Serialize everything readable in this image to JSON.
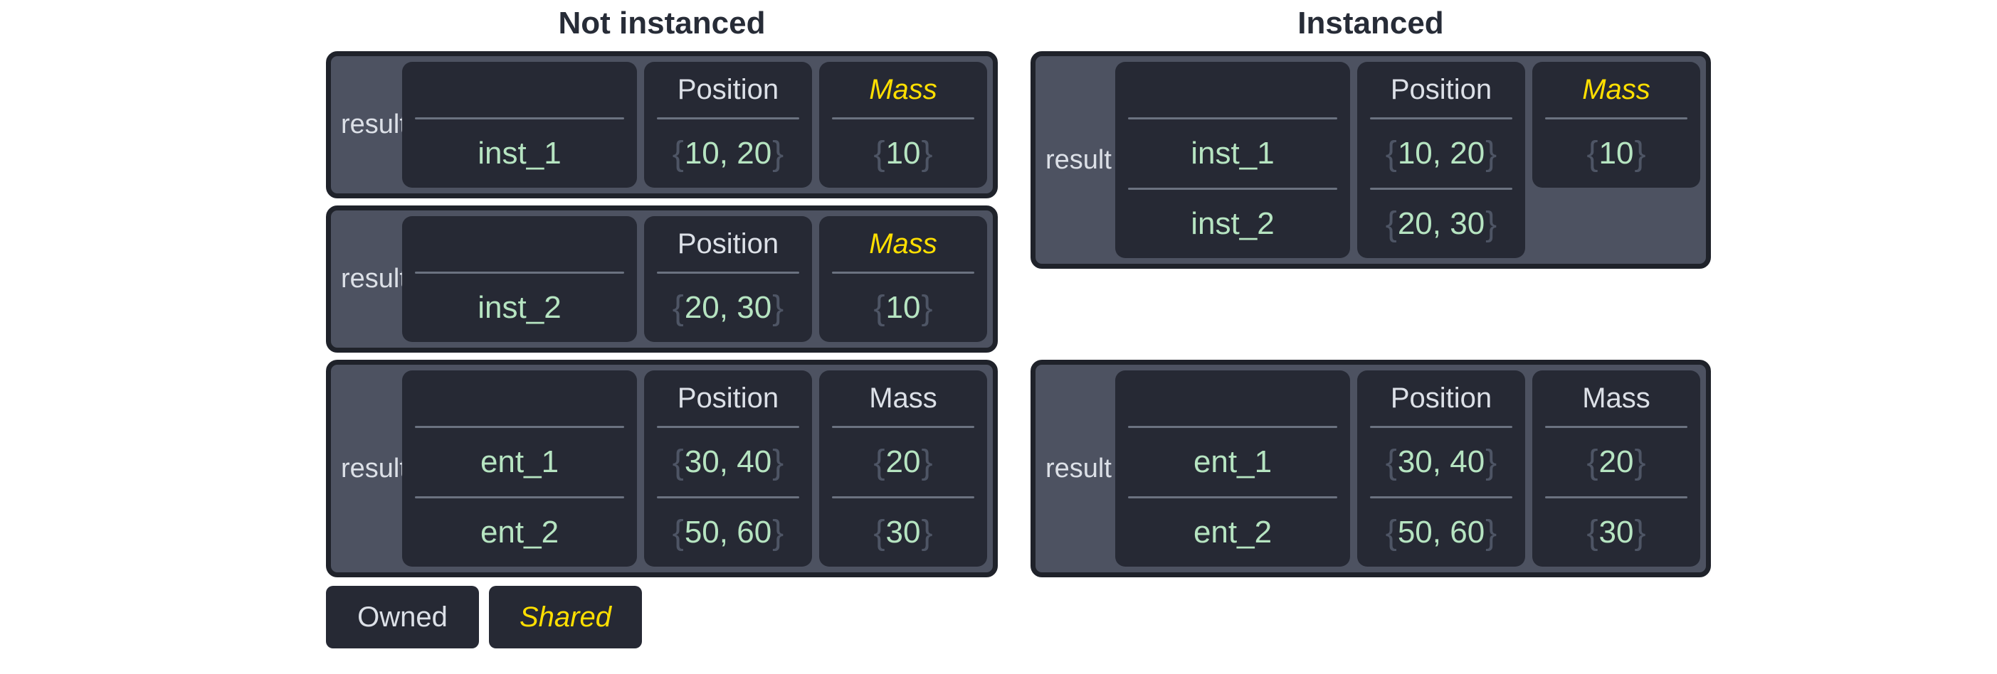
{
  "colors": {
    "page_bg": "#ffffff",
    "title_text": "#272c37",
    "container_border": "#1f222a",
    "panel_bg": "#4d5261",
    "cell_bg": "#262934",
    "divider": "#6b7280",
    "brace": "#4e5565",
    "value_green": "#b6e4c1",
    "owned_text": "#dce0e7",
    "shared_yellow": "#ffdf00"
  },
  "format": {
    "open_brace": "{",
    "close_brace": "}"
  },
  "columns": [
    {
      "id": "not-instanced",
      "title": "Not instanced",
      "tables": [
        {
          "row_label": "result",
          "cells": [
            {
              "header": "",
              "header_style": "owned",
              "braced": false,
              "rows": [
                "inst_1"
              ]
            },
            {
              "header": "Position",
              "header_style": "owned",
              "braced": true,
              "rows": [
                "10, 20"
              ]
            },
            {
              "header": "Mass",
              "header_style": "shared",
              "braced": true,
              "rows": [
                "10"
              ]
            }
          ]
        },
        {
          "row_label": "result",
          "cells": [
            {
              "header": "",
              "header_style": "owned",
              "braced": false,
              "rows": [
                "inst_2"
              ]
            },
            {
              "header": "Position",
              "header_style": "owned",
              "braced": true,
              "rows": [
                "20, 30"
              ]
            },
            {
              "header": "Mass",
              "header_style": "shared",
              "braced": true,
              "rows": [
                "10"
              ]
            }
          ]
        },
        {
          "row_label": "result",
          "cells": [
            {
              "header": "",
              "header_style": "owned",
              "braced": false,
              "rows": [
                "ent_1",
                "ent_2"
              ]
            },
            {
              "header": "Position",
              "header_style": "owned",
              "braced": true,
              "rows": [
                "30, 40",
                "50, 60"
              ]
            },
            {
              "header": "Mass",
              "header_style": "owned",
              "braced": true,
              "rows": [
                "20",
                "30"
              ]
            }
          ]
        }
      ]
    },
    {
      "id": "instanced",
      "title": "Instanced",
      "tables": [
        {
          "row_label": "result",
          "cells": [
            {
              "header": "",
              "header_style": "owned",
              "braced": false,
              "rows": [
                "inst_1",
                "inst_2"
              ]
            },
            {
              "header": "Position",
              "header_style": "owned",
              "braced": true,
              "rows": [
                "10, 20",
                "20, 30"
              ]
            },
            {
              "header": "Mass",
              "header_style": "shared",
              "braced": true,
              "rows": [
                "10"
              ]
            }
          ]
        },
        {
          "row_label": "result",
          "cells": [
            {
              "header": "",
              "header_style": "owned",
              "braced": false,
              "rows": [
                "ent_1",
                "ent_2"
              ]
            },
            {
              "header": "Position",
              "header_style": "owned",
              "braced": true,
              "rows": [
                "30, 40",
                "50, 60"
              ]
            },
            {
              "header": "Mass",
              "header_style": "owned",
              "braced": true,
              "rows": [
                "20",
                "30"
              ]
            }
          ]
        }
      ]
    }
  ],
  "legend": [
    {
      "label": "Owned",
      "style": "owned"
    },
    {
      "label": "Shared",
      "style": "shared"
    }
  ]
}
